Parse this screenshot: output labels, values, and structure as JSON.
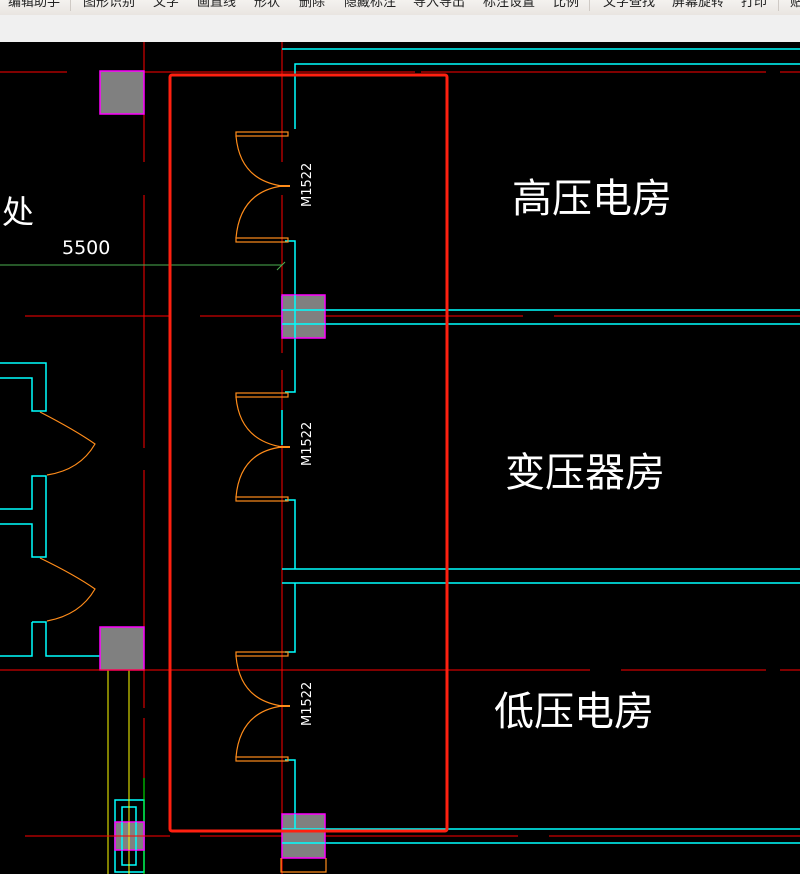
{
  "toolbar": {
    "items": [
      {
        "label": "编辑助手"
      },
      {
        "label": "图形识别"
      },
      {
        "label": "文字"
      },
      {
        "label": "画直线"
      },
      {
        "label": "形状"
      },
      {
        "label": "删除"
      },
      {
        "label": "隐藏标注"
      },
      {
        "label": "导入导出"
      },
      {
        "label": "标注设置"
      },
      {
        "label": "比例"
      },
      {
        "label": "文字查找"
      },
      {
        "label": "屏幕旋转"
      },
      {
        "label": "打印"
      },
      {
        "label": "贴"
      }
    ]
  },
  "drawing": {
    "rooms": [
      {
        "label": "高压电房"
      },
      {
        "label": "变压器房"
      },
      {
        "label": "低压电房"
      }
    ],
    "partial_room_label": "处",
    "dimension": "5500",
    "door_tags": [
      "M1522",
      "M1522",
      "M1522"
    ],
    "colors": {
      "background": "#000000",
      "axis": "#ff0000",
      "selection": "#ff2010",
      "wall": "#00ffff",
      "door": "#ff8c1a",
      "column_fill": "#808080",
      "column_border": "#ff00ff",
      "dimension_line": "#4caf50",
      "text": "#ffffff",
      "guide": "#ffff00"
    }
  }
}
